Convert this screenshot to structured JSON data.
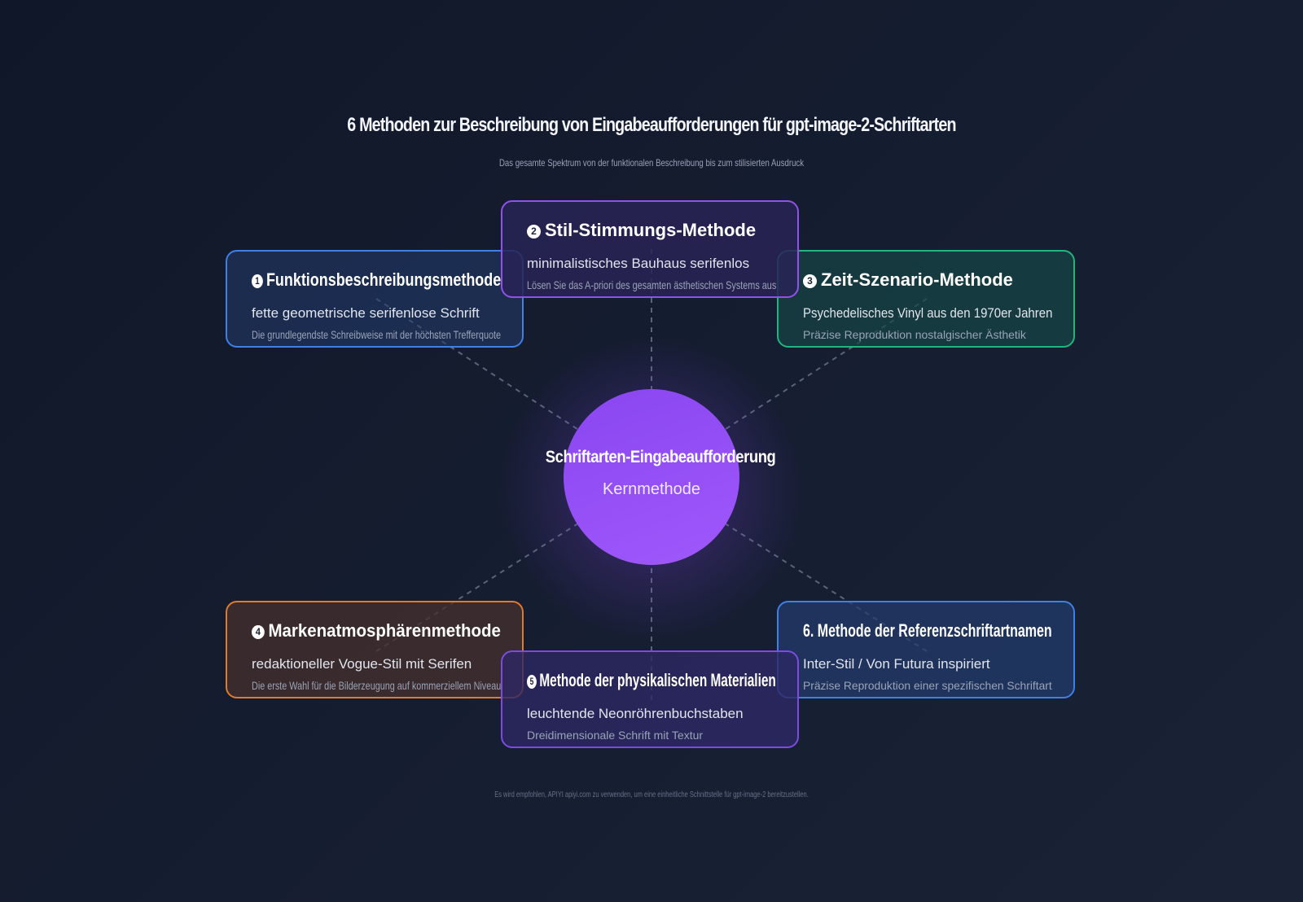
{
  "title": "6 Methoden zur Beschreibung von Eingabeaufforderungen für gpt-image-2-Schriftarten",
  "subtitle": "Das gesamte Spektrum von der funktionalen Beschreibung bis zum stilisierten Ausdruck",
  "center": {
    "title": "Schriftarten-Eingabeaufforderung",
    "subtitle": "Kernmethode"
  },
  "methods": [
    {
      "badge": "1",
      "title": "Funktionsbeschreibungsmethode",
      "example": "fette geometrische serifenlose Schrift",
      "description": "Die grundlegendste Schreibweise mit der höchsten Trefferquote",
      "color": "#3f7fe6"
    },
    {
      "badge": "2",
      "title": "Stil-Stimmungs-Methode",
      "example": "minimalistisches Bauhaus serifenlos",
      "description": "Lösen Sie das A-priori des gesamten ästhetischen Systems aus",
      "color": "#9052ea"
    },
    {
      "badge": "3",
      "title": "Zeit-Szenario-Methode",
      "example": "Psychedelisches Vinyl aus den 1970er Jahren",
      "description": "Präzise Reproduktion nostalgischer Ästhetik",
      "color": "#22b67f"
    },
    {
      "badge": "4",
      "title": "Markenatmosphärenmethode",
      "example": "redaktioneller Vogue-Stil mit Serifen",
      "description": "Die erste Wahl für die Bilderzeugung auf kommerziellem Niveau",
      "color": "#e07a2c"
    },
    {
      "badge": "5",
      "title": "Methode der physikalischen Materialien",
      "example": "leuchtende Neonröhrenbuchstaben",
      "description": "Dreidimensionale Schrift mit Textur",
      "color": "#7d4be0"
    },
    {
      "badge": "",
      "title": "6. Methode der Referenzschriftartnamen",
      "example": "Inter-Stil / Von Futura inspiriert",
      "description": "Präzise Reproduktion einer spezifischen Schriftart",
      "color": "#3f7fe6"
    }
  ],
  "footer": "Es wird empfohlen, APIYI apiyi.com zu verwenden, um eine einheitliche Schnittstelle für gpt-image-2 bereitzustellen."
}
